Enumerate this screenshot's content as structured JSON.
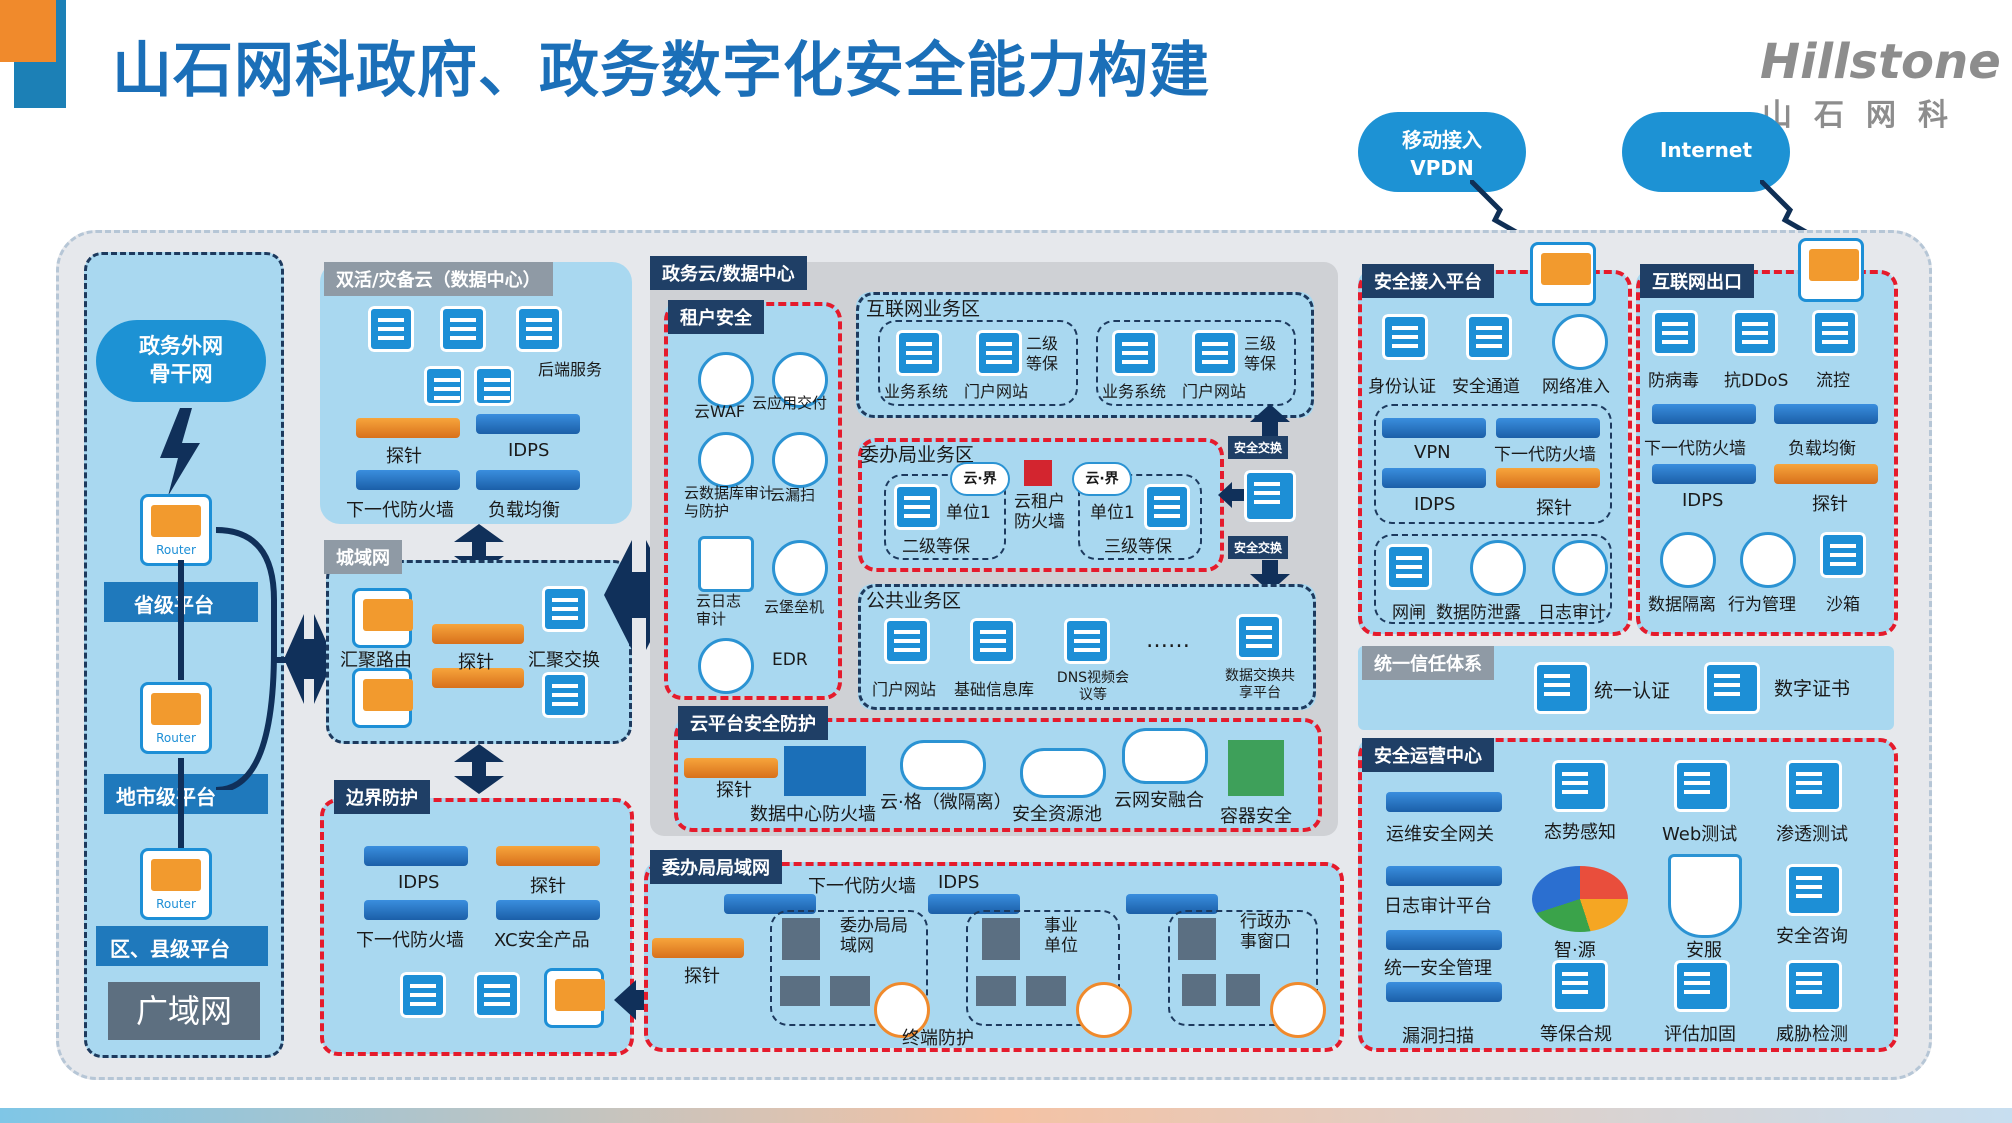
{
  "title": "山石网科政府、政务数字化安全能力构建",
  "logo": {
    "en": "Hillstone",
    "cn": "山石网科"
  },
  "clouds": {
    "backbone": [
      "政务外网",
      "骨干网"
    ],
    "mobile": [
      "移动接入",
      "VPDN"
    ],
    "internet": "Internet"
  },
  "wan": {
    "levels": [
      "省级平台",
      "地市级平台",
      "区、县级平台"
    ],
    "label": "广域网",
    "router_label": "Router"
  },
  "dr_cloud": {
    "title": "双活/灾备云（数据中心）",
    "backend": "后端服务",
    "devices": [
      "探针",
      "IDPS",
      "下一代防火墙",
      "负载均衡"
    ]
  },
  "metro": {
    "title": "城域网",
    "items": [
      "汇聚路由",
      "探针",
      "汇聚交换"
    ]
  },
  "border": {
    "title": "边界防护",
    "items": [
      "IDPS",
      "探针",
      "下一代防火墙",
      "XC安全产品"
    ]
  },
  "gov_cloud": {
    "title": "政务云/数据中心",
    "tenant": {
      "title": "租户安全",
      "items": [
        "云WAF",
        "云应用交付",
        "云数据库审计与防护",
        "云漏扫",
        "云日志审计",
        "云堡垒机",
        "EDR"
      ]
    },
    "internet_zone": {
      "title": "互联网业务区",
      "left": [
        "业务系统",
        "门户网站",
        "二级等保"
      ],
      "right": [
        "业务系统",
        "门户网站",
        "三级等保"
      ]
    },
    "commission_zone": {
      "title": "委办局业务区",
      "items": [
        "单位1",
        "二级等保",
        "云租户防火墙",
        "单位1",
        "三级等保"
      ],
      "tag": "云·界"
    },
    "exchange": "安全交换",
    "public_zone": {
      "title": "公共业务区",
      "items": [
        "门户网站",
        "基础信息库",
        "DNS视频会议等",
        "……",
        "数据交换共享平台"
      ]
    },
    "cloud_platform": {
      "title": "云平台安全防护",
      "items": [
        "探针",
        "数据中心防火墙",
        "云·格（微隔离）",
        "安全资源池",
        "云网安融合",
        "容器安全"
      ]
    }
  },
  "lan": {
    "title": "委办局局域网",
    "top_labels": [
      "下一代防火墙",
      "IDPS"
    ],
    "items": [
      "探针",
      "委办局局域网",
      "事业单位",
      "行政办事窗口",
      "终端防护"
    ]
  },
  "access": {
    "title": "安全接入平台",
    "items": [
      "身份认证",
      "安全通道",
      "网络准入",
      "VPN",
      "下一代防火墙",
      "IDPS",
      "探针",
      "网闸",
      "数据防泄露",
      "日志审计"
    ]
  },
  "internet_exit": {
    "title": "互联网出口",
    "items": [
      "防病毒",
      "抗DDoS",
      "流控",
      "下一代防火墙",
      "负载均衡",
      "IDPS",
      "探针",
      "数据隔离",
      "行为管理",
      "沙箱"
    ]
  },
  "trust": {
    "title": "统一信任体系",
    "items": [
      "统一认证",
      "数字证书"
    ]
  },
  "soc": {
    "title": "安全运营中心",
    "items": [
      "运维安全网关",
      "态势感知",
      "Web测试",
      "渗透测试",
      "日志审计平台",
      "智·源",
      "安服",
      "安全咨询",
      "统一安全管理",
      "漏洞扫描",
      "等保合规",
      "评估加固",
      "威胁检测"
    ]
  },
  "colors": {
    "title": "#1b6fb8",
    "accent": "#f08a2c",
    "panel": "#a9d8f0",
    "red_border": "#e51b2c",
    "dark": "#1f3f66"
  }
}
